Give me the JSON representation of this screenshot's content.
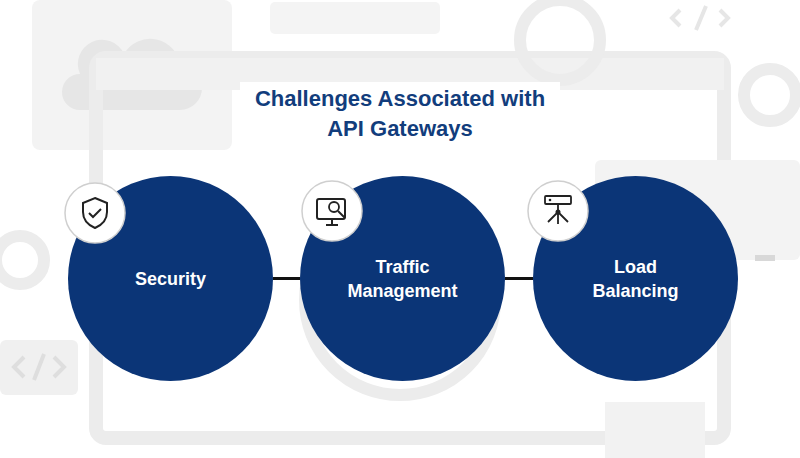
{
  "diagram": {
    "title": "Challenges Associated with API Gateways",
    "nodes": [
      {
        "text": [
          "Security"
        ]
      },
      {
        "text": [
          "Traffic Management"
        ]
      },
      {
        "text": [
          "Load Balancing"
        ]
      }
    ],
    "edges": [
      {
        "from": 0,
        "to": 1,
        "arrow": "none"
      },
      {
        "from": 1,
        "to": 2,
        "arrow": "none"
      }
    ]
  }
}
